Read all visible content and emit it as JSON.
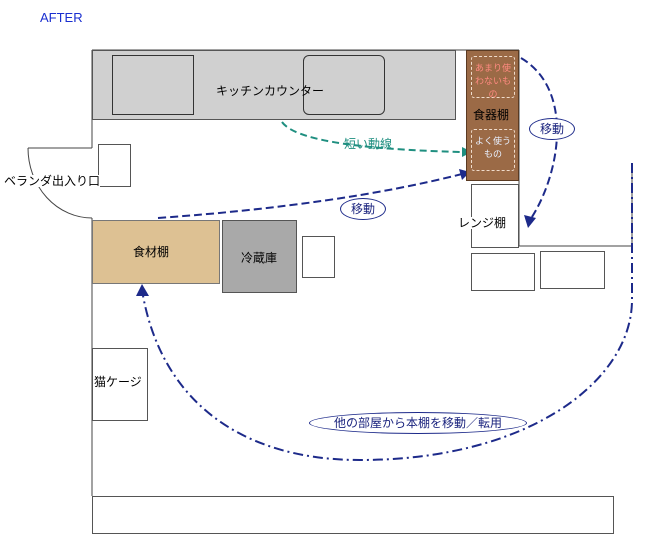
{
  "title": "AFTER",
  "labels": {
    "kitchen_counter": "キッチンカウンター",
    "dish_shelf": "食器棚",
    "rarely_used": "あまり使わないもの",
    "often_used": "よく使うもの",
    "veranda_door": "ベランダ出入り口",
    "food_shelf": "食材棚",
    "fridge": "冷蔵庫",
    "range_shelf": "レンジ棚",
    "cat_cage": "猫ケージ"
  },
  "annotations": {
    "short_path": "短い動線",
    "move_1": "移動",
    "move_2": "移動",
    "bookshelf_note": "他の部屋から本棚を移動／転用"
  },
  "colors": {
    "title": "#1a2fd0",
    "counter": "#d0d0d0",
    "dish_shelf": "#9b6a46",
    "food_shelf": "#ddc193",
    "fridge": "#a9a9a9",
    "move_arrow": "#1d2a8a",
    "short_path_arrow": "#1f8f80",
    "soft_red_text": "#ff8a80"
  }
}
